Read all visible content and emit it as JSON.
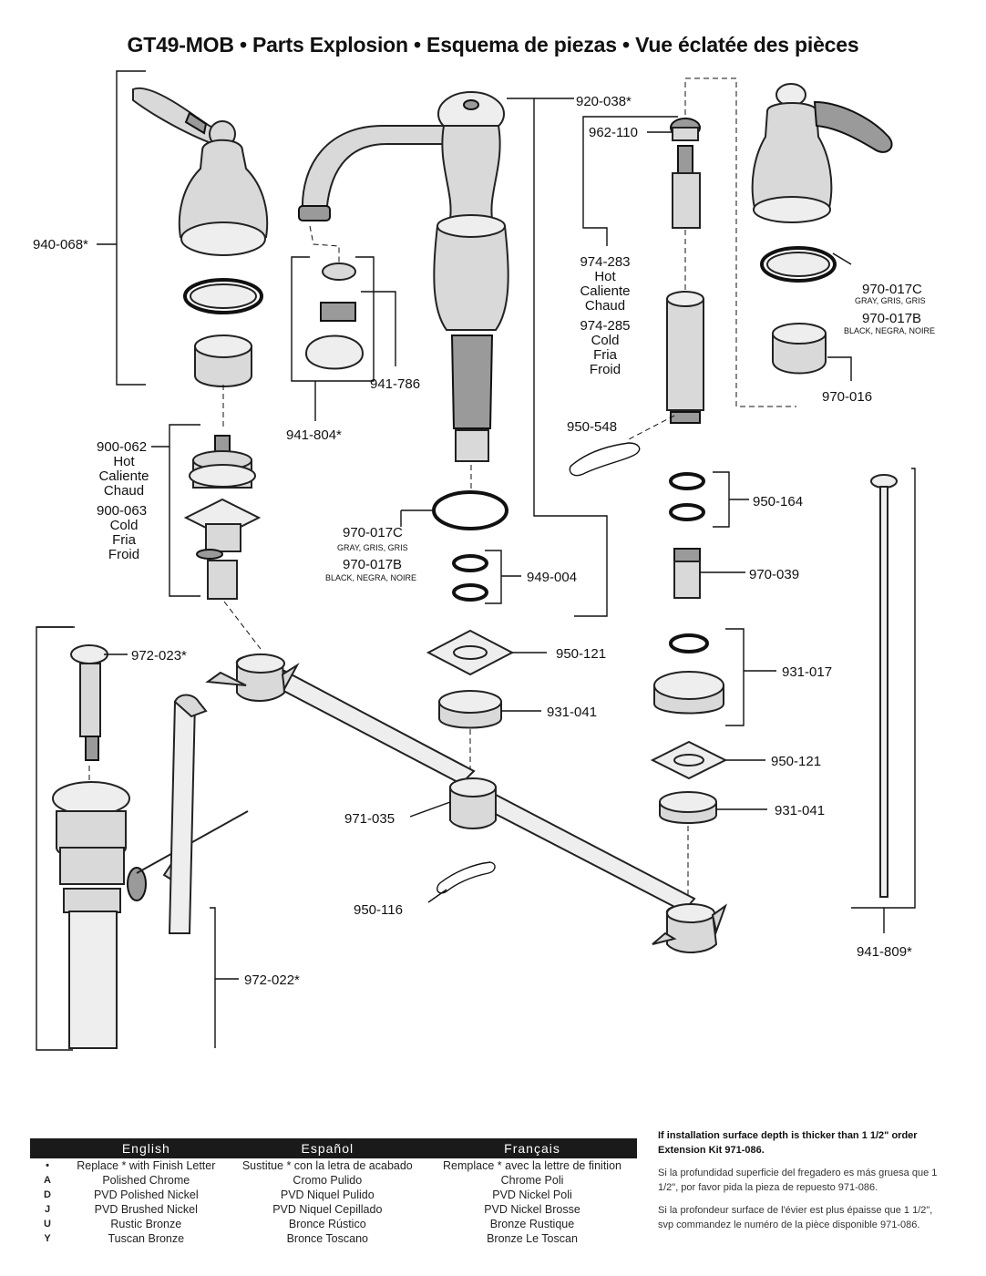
{
  "title": "GT49-MOB • Parts Explosion • Esquema de piezas • Vue éclatée des pièces",
  "parts": {
    "p940_068": "940-068*",
    "p900_062": "900-062",
    "hot_label": [
      "Hot",
      "Caliente",
      "Chaud"
    ],
    "p900_063": "900-063",
    "cold_label": [
      "Cold",
      "Fria",
      "Froid"
    ],
    "p941_786": "941-786",
    "p941_804": "941-804*",
    "p920_038": "920-038*",
    "p962_110": "962-110",
    "p974_283": "974-283",
    "p974_285": "974-285",
    "p970_017C": "970-017C",
    "p970_017B": "970-017B",
    "gray_note": "GRAY, GRIS, GRIS",
    "black_note": "BLACK, NEGRA, NOIRE",
    "p970_016": "970-016",
    "p950_548": "950-548",
    "p950_164": "950-164",
    "p970_039": "970-039",
    "p949_004": "949-004",
    "p972_023": "972-023*",
    "p950_121": "950-121",
    "p931_041": "931-041",
    "p931_017": "931-017",
    "p971_035": "971-035",
    "p950_116": "950-116",
    "p941_809": "941-809*",
    "p972_022": "972-022*"
  },
  "finish_table": {
    "headers": [
      "English",
      "Español",
      "Français"
    ],
    "rows": [
      {
        "code": "•",
        "en": "Replace * with Finish Letter",
        "es": "Sustitue * con la letra de acabado",
        "fr": "Remplace * avec la lettre de finition"
      },
      {
        "code": "A",
        "en": "Polished Chrome",
        "es": "Cromo Pulido",
        "fr": "Chrome Poli"
      },
      {
        "code": "D",
        "en": "PVD Polished Nickel",
        "es": "PVD Niquel Pulido",
        "fr": "PVD Nickel Poli"
      },
      {
        "code": "J",
        "en": "PVD Brushed Nickel",
        "es": "PVD Niquel Cepillado",
        "fr": "PVD Nickel Brosse"
      },
      {
        "code": "U",
        "en": "Rustic Bronze",
        "es": "Bronce Rústico",
        "fr": "Bronze Rustique"
      },
      {
        "code": "Y",
        "en": "Tuscan Bronze",
        "es": "Bronce Toscano",
        "fr": "Bronze Le Toscan"
      }
    ]
  },
  "extension_note": {
    "en": "If installation surface depth is thicker than 1 1/2\" order Extension Kit 971-086.",
    "es": "Si la profundidad superficie del fregadero es más gruesa que 1 1/2\", por favor pida la pieza de repuesto 971-086.",
    "fr": "Si la profondeur surface de l'évier est plus épaisse que 1 1/2\", svp commandez le numéro de la pièce disponible 971-086."
  }
}
